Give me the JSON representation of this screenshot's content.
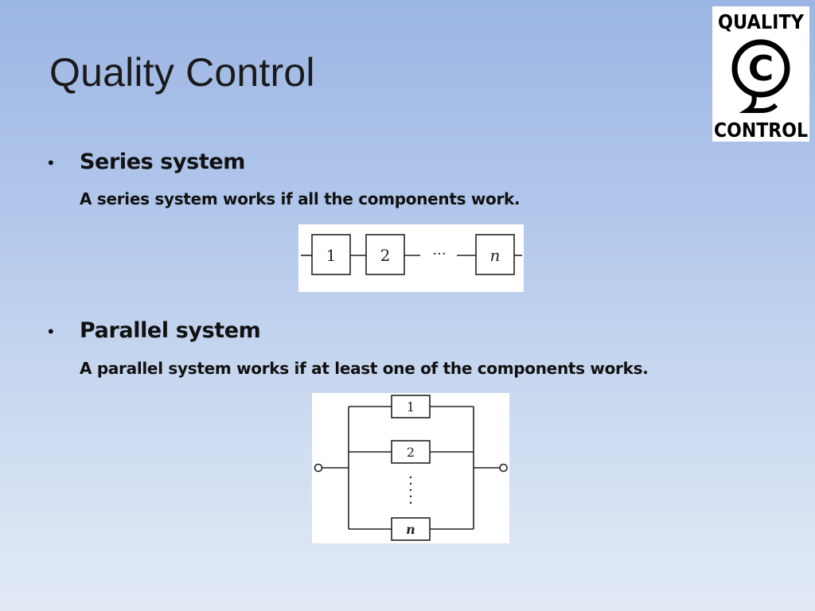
{
  "slide": {
    "title": "Quality Control"
  },
  "logo": {
    "top_text": "QUALITY",
    "bottom_text": "CONTROL",
    "symbol": "C"
  },
  "bullets": [
    {
      "heading": "Series system",
      "description": "A series system works if all the components work."
    },
    {
      "heading": "Parallel system",
      "description": "A parallel system works if at least one of the components works."
    }
  ],
  "series_diagram": {
    "components": [
      "1",
      "2",
      "n"
    ],
    "ellipsis": "···"
  },
  "parallel_diagram": {
    "components": [
      "1",
      "2",
      "n"
    ]
  }
}
